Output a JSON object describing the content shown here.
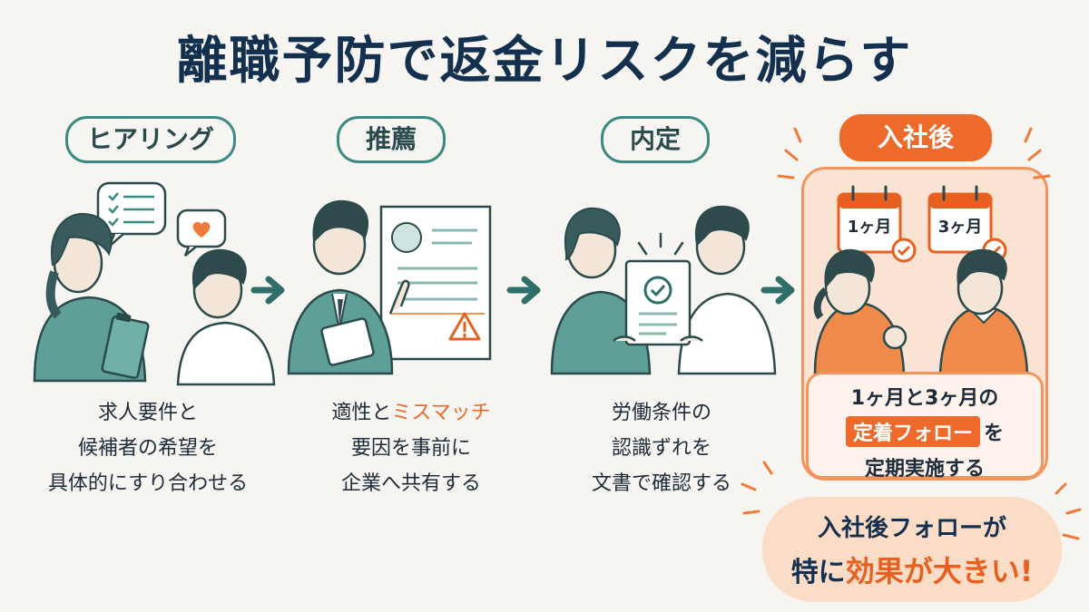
{
  "title": "離職予防で返金リスクを減らす",
  "steps": [
    {
      "label": "ヒアリング",
      "desc_lines": [
        "求人要件と",
        "候補者の希望を",
        "具体的にすり合わせる"
      ]
    },
    {
      "label": "推薦",
      "desc_line1_pre": "適性と",
      "desc_line1_hl": "ミスマッチ",
      "desc_lines_rest": [
        "要因を事前に",
        "企業へ共有する"
      ]
    },
    {
      "label": "内定",
      "desc_lines": [
        "労働条件の",
        "認識ずれを",
        "文書で確認する"
      ]
    },
    {
      "label": "入社後"
    }
  ],
  "calendar": {
    "first": "1ヶ月",
    "second": "3ヶ月"
  },
  "follow": {
    "line1": "1ヶ月と3ヶ月の",
    "tag": "定着フォロー",
    "line2_post": "を",
    "line3": "定期実施する"
  },
  "callout": {
    "line1": "入社後フォローが",
    "line2_pre": "特に",
    "line2_hl": "効果が大きい",
    "line2_post": "!"
  },
  "colors": {
    "teal": "#3a8a82",
    "orange": "#ee6a2a",
    "navy": "#13304f"
  }
}
